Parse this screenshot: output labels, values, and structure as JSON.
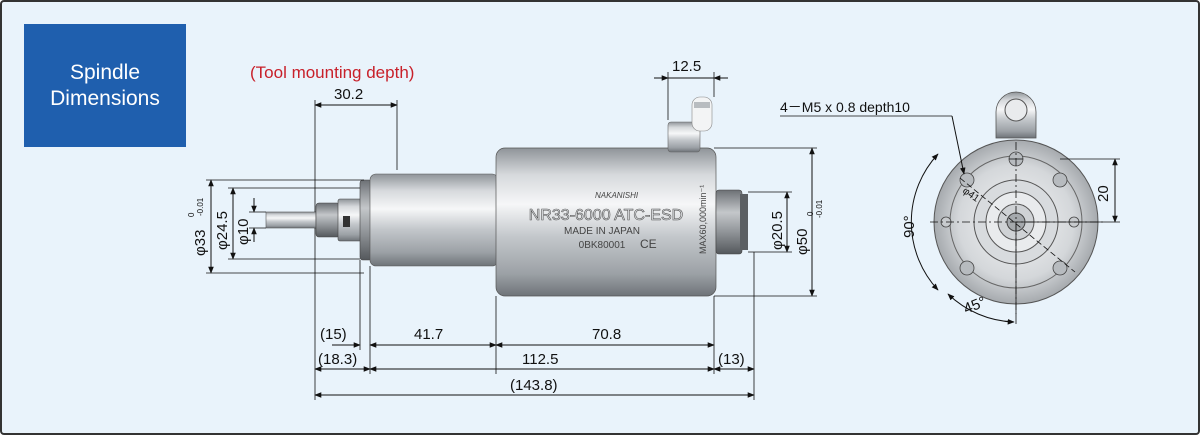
{
  "badge": {
    "line1": "Spindle",
    "line2": "Dimensions"
  },
  "note_tool_depth": "(Tool mounting depth)",
  "body_text": {
    "brand": "NAKANISHI",
    "model": "NR33-6000 ATC-ESD",
    "made_in": "MADE IN JAPAN",
    "serial": "0BK80001",
    "ce": "CE",
    "max_speed": "MAX60,000min⁻¹"
  },
  "dims": {
    "d_30_2": "30.2",
    "d_12_5": "12.5",
    "d_33": "φ33",
    "d_33_tol": "-0.01",
    "d_33_tol0": "0",
    "d_24_5": "φ24.5",
    "d_10": "φ10",
    "d_20_5": "φ20.5",
    "d_50": "φ50",
    "d_50_tol": "-0.01",
    "d_50_tol0": "0",
    "d_15": "(15)",
    "d_41_7": "41.7",
    "d_70_8": "70.8",
    "d_18_3": "(18.3)",
    "d_112_5": "112.5",
    "d_13": "(13)",
    "d_143_8": "(143.8)"
  },
  "end_view": {
    "screw_note": "4－M5 x 0.8 depth10",
    "d_41": "φ41",
    "d_20": "20",
    "angle_90": "90°",
    "angle_45": "45°"
  }
}
